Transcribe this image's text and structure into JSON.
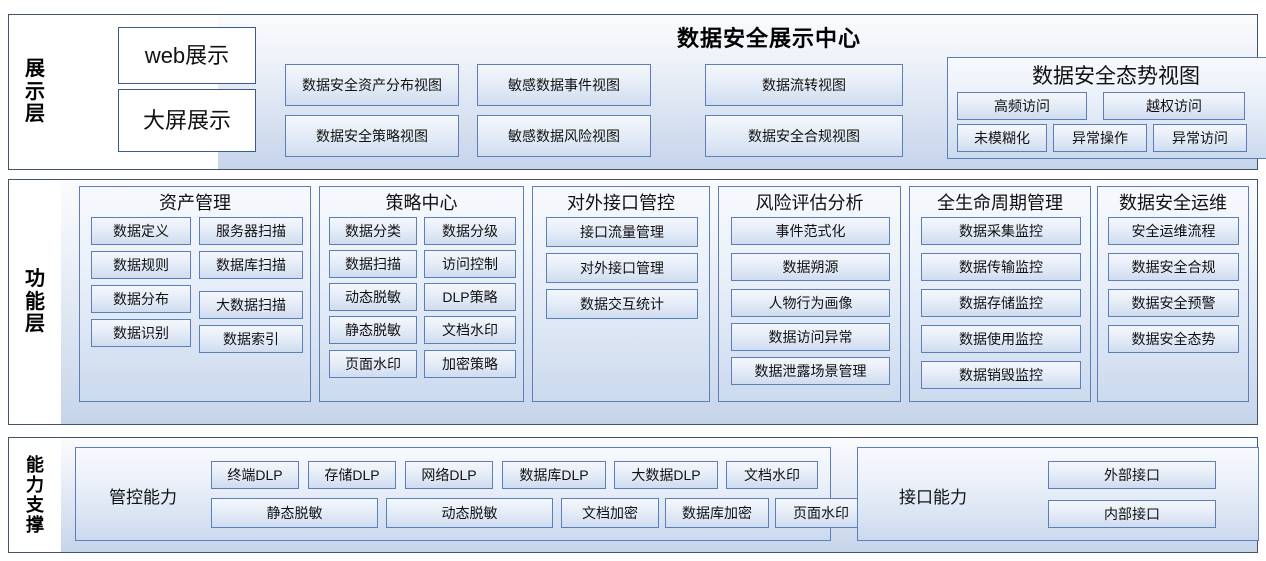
{
  "diagram": {
    "title": "数据安全展示中心"
  },
  "presentation_layer": {
    "label": [
      "展",
      "示",
      "层"
    ],
    "channels": [
      {
        "name": "web-display",
        "label": "web展示"
      },
      {
        "name": "big-screen-display",
        "label": "大屏展示"
      }
    ],
    "views_col1": [
      "数据安全资产分布视图",
      "数据安全策略视图"
    ],
    "views_col2": [
      "敏感数据事件视图",
      "敏感数据风险视图"
    ],
    "views_col3": [
      "数据流转视图",
      "数据安全合规视图"
    ],
    "situation": {
      "title": "数据安全态势视图",
      "row1": [
        "高频访问",
        "越权访问"
      ],
      "row2": [
        "未模糊化",
        "异常操作",
        "异常访问"
      ]
    }
  },
  "function_layer": {
    "label": [
      "功",
      "能",
      "层"
    ],
    "groups": [
      {
        "title": "资产管理",
        "col_left": [
          "数据定义",
          "数据规则",
          "数据分布",
          "数据识别"
        ],
        "col_right": [
          "服务器扫描",
          "数据库扫描",
          "大数据扫描",
          "数据索引"
        ]
      },
      {
        "title": "策略中心",
        "col_left": [
          "数据分类",
          "数据扫描",
          "动态脱敏",
          "静态脱敏",
          "页面水印"
        ],
        "col_right": [
          "数据分级",
          "访问控制",
          "DLP策略",
          "文档水印",
          "加密策略"
        ]
      },
      {
        "title": "对外接口管控",
        "items": [
          "接口流量管理",
          "对外接口管理",
          "数据交互统计"
        ]
      },
      {
        "title": "风险评估分析",
        "items": [
          "事件范式化",
          "数据朔源",
          "人物行为画像",
          "数据访问异常",
          "数据泄露场景管理"
        ]
      },
      {
        "title": "全生命周期管理",
        "items": [
          "数据采集监控",
          "数据传输监控",
          "数据存储监控",
          "数据使用监控",
          "数据销毁监控"
        ]
      },
      {
        "title": "数据安全运维",
        "items": [
          "安全运维流程",
          "数据安全合规",
          "数据安全预警",
          "数据安全态势"
        ]
      }
    ]
  },
  "capability_layer": {
    "label": [
      "能",
      "力",
      "支",
      "撑"
    ],
    "control": {
      "title": "管控能力",
      "row1": [
        "终端DLP",
        "存储DLP",
        "网络DLP",
        "数据库DLP",
        "大数据DLP",
        "文档水印"
      ],
      "row2": [
        "静态脱敏",
        "动态脱敏",
        "文档加密",
        "数据库加密",
        "页面水印"
      ]
    },
    "interface": {
      "title": "接口能力",
      "items": [
        "外部接口",
        "内部接口"
      ]
    }
  },
  "colors": {
    "layer_border": "#42536b",
    "box_border": "#5b7fb9",
    "panel_gradient_top": "#fafbfd",
    "panel_gradient_bottom": "#c6d4ea"
  }
}
